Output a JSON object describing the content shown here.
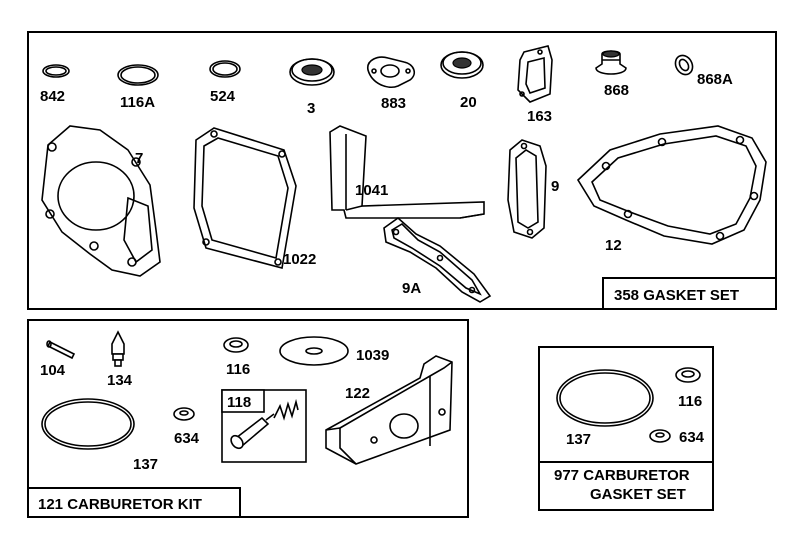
{
  "gasket_set": {
    "title": "358 GASKET SET",
    "parts": [
      "842",
      "116A",
      "524",
      "3",
      "883",
      "20",
      "163",
      "868",
      "868A",
      "7",
      "1041",
      "9",
      "1022",
      "12",
      "9A"
    ]
  },
  "carburetor_kit": {
    "title": "121 CARBURETOR KIT",
    "parts": [
      "104",
      "134",
      "116",
      "1039",
      "122",
      "118",
      "634",
      "137"
    ]
  },
  "carburetor_gasket_set": {
    "title_line1": "977 CARBURETOR",
    "title_line2": "GASKET SET",
    "parts": [
      "116",
      "137",
      "634"
    ]
  }
}
